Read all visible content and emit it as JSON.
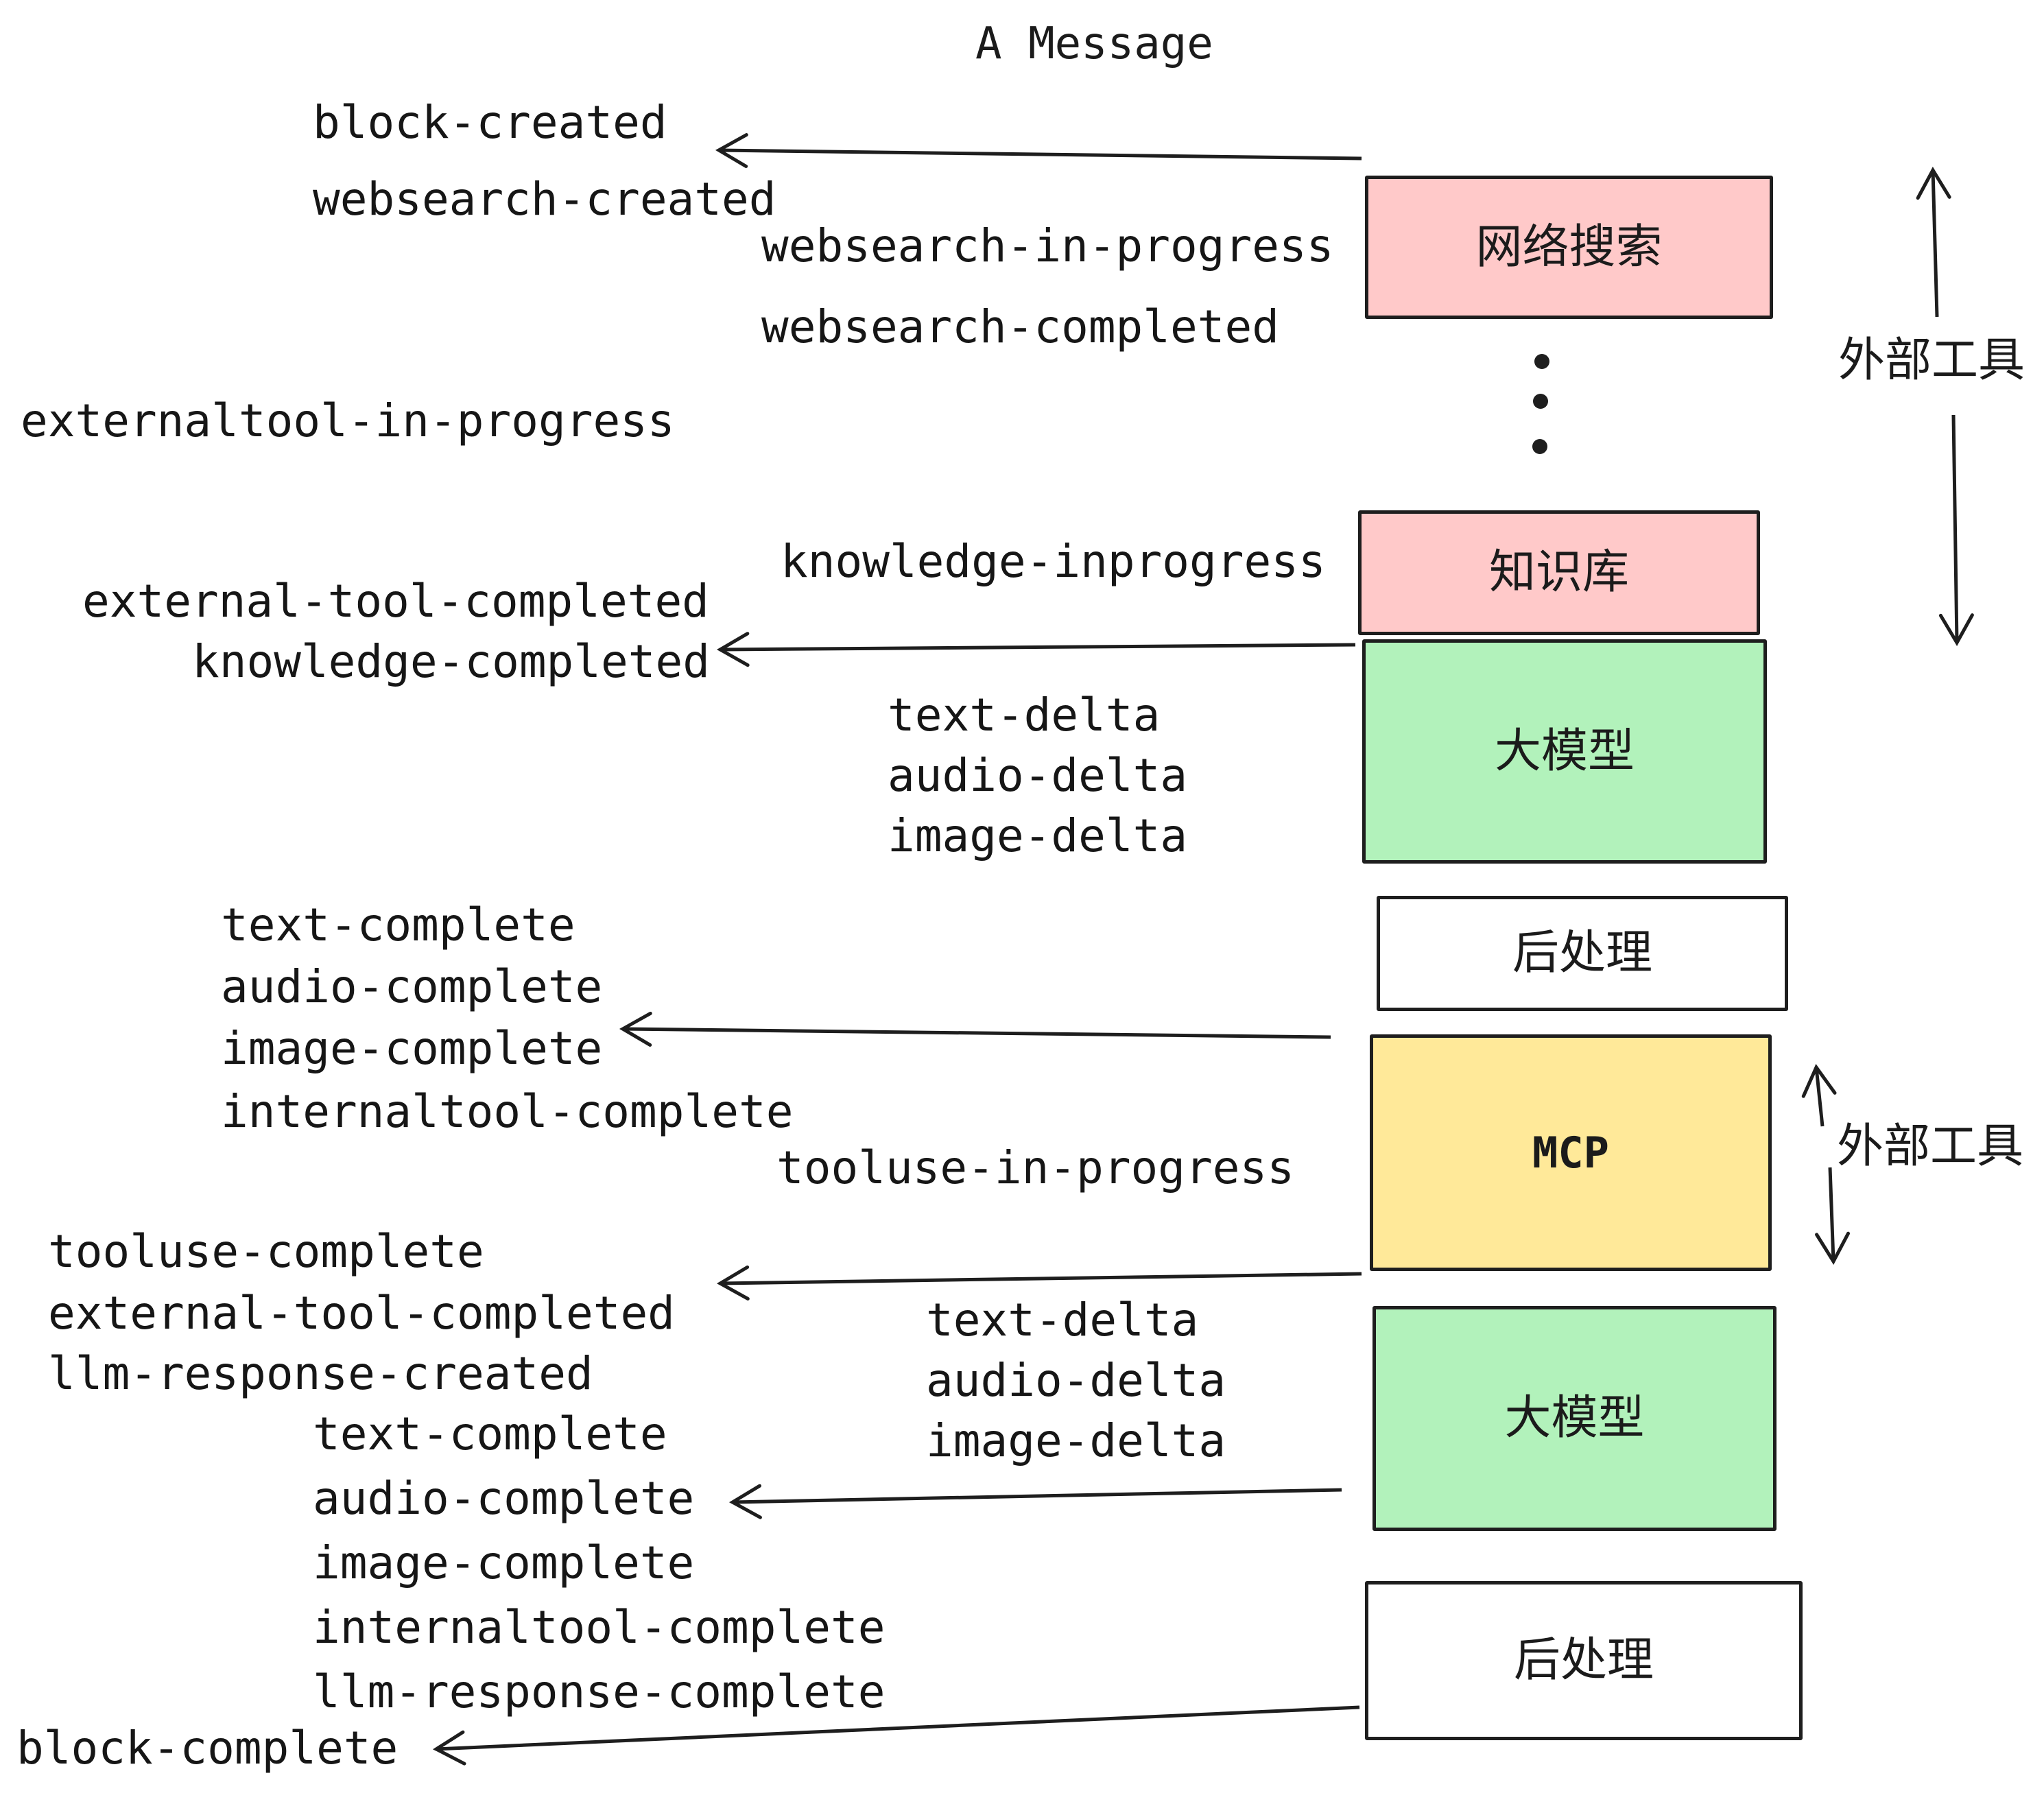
{
  "title": "A Message",
  "colors": {
    "ink": "#1e1e1e",
    "pink": "#ffc9c9",
    "green": "#b2f2bb",
    "yellow": "#ffe999",
    "white": "#ffffff"
  },
  "events": [
    "block-created",
    "websearch-created",
    "websearch-in-progress",
    "websearch-completed",
    "externaltool-in-progress",
    "knowledge-inprogress",
    "external-tool-completed",
    "knowledge-completed",
    "text-delta",
    "audio-delta",
    "image-delta",
    "text-complete",
    "audio-complete",
    "image-complete",
    "internaltool-complete",
    "tooluse-in-progress",
    "tooluse-complete",
    "external-tool-completed",
    "llm-response-created",
    "text-complete",
    "audio-complete",
    "image-complete",
    "internaltool-complete",
    "llm-response-complete",
    "block-complete",
    "text-delta",
    "audio-delta",
    "image-delta"
  ],
  "boxes": [
    {
      "label": "网络搜索",
      "fill": "#ffc9c9"
    },
    {
      "label": "知识库",
      "fill": "#ffc9c9"
    },
    {
      "label": "大模型",
      "fill": "#b2f2bb"
    },
    {
      "label": "后处理",
      "fill": "#ffffff"
    },
    {
      "label": "MCP",
      "fill": "#ffe999"
    },
    {
      "label": "大模型",
      "fill": "#b2f2bb"
    },
    {
      "label": "后处理",
      "fill": "#ffffff"
    }
  ],
  "side_labels": [
    "外部工具",
    "外部工具"
  ]
}
